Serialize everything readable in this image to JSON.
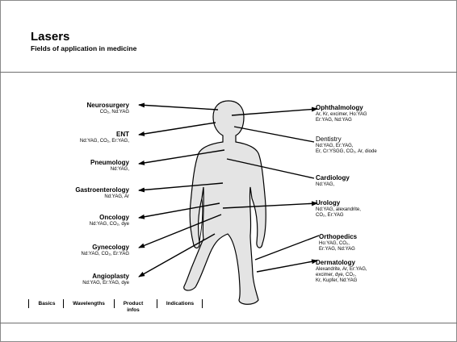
{
  "header": {
    "title": "Lasers",
    "subtitle": "Fields of application in medicine"
  },
  "left_labels": [
    {
      "name": "Neurosurgery",
      "detail": "CO₂, Nd:YAG"
    },
    {
      "name": "ENT",
      "detail": "Nd:YAG, CO₂, Er:YAG,"
    },
    {
      "name": "Pneumology",
      "detail": "Nd:YAG,"
    },
    {
      "name": "Gastroenterology",
      "detail": "Nd:YAG, Ar"
    },
    {
      "name": "Oncology",
      "detail": "Nd:YAG, CO₂, dye"
    },
    {
      "name": "Gynecology",
      "detail": "Nd:YAG, CO₂, Er:YAG"
    },
    {
      "name": "Angioplasty",
      "detail": "Nd:YAG, Er:YAG, dye"
    }
  ],
  "right_labels": [
    {
      "name": "Ophthalmology",
      "lines": [
        "Ar, Kr, excimer, Ho:YAG",
        "Er:YAG, Nd:YAG"
      ]
    },
    {
      "name": "Dentistry",
      "lines": [
        "Nd:YAG, Er:YAG,",
        "Er, Cr:YSGG, CO₂, Ar, diode"
      ]
    },
    {
      "name": "Cardiology",
      "lines": [
        "Nd:YAG,"
      ]
    },
    {
      "name": "Urology",
      "lines": [
        "Nd:YAG, alexandrite,",
        "CO₂, Er:YAG"
      ]
    },
    {
      "name": "Orthopedics",
      "lines": [
        "Ho:YAG, CO₂,",
        "Er:YAG, Nd:YAG"
      ]
    },
    {
      "name": "Dermatology",
      "lines": [
        "Alexandrite, Ar, Er:YAG,",
        "excimer, dye, CO₂,",
        "Kr, Kupfer, Nd:YAG"
      ]
    }
  ],
  "nav": {
    "basics": "Basics",
    "wavelengths": "Wavelengths",
    "product_1": "Product",
    "product_2": "infos",
    "indications": "Indications"
  },
  "colors": {
    "body_fill": "#e4e4e4",
    "line": "#000000",
    "rule": "#6e6e6e"
  }
}
